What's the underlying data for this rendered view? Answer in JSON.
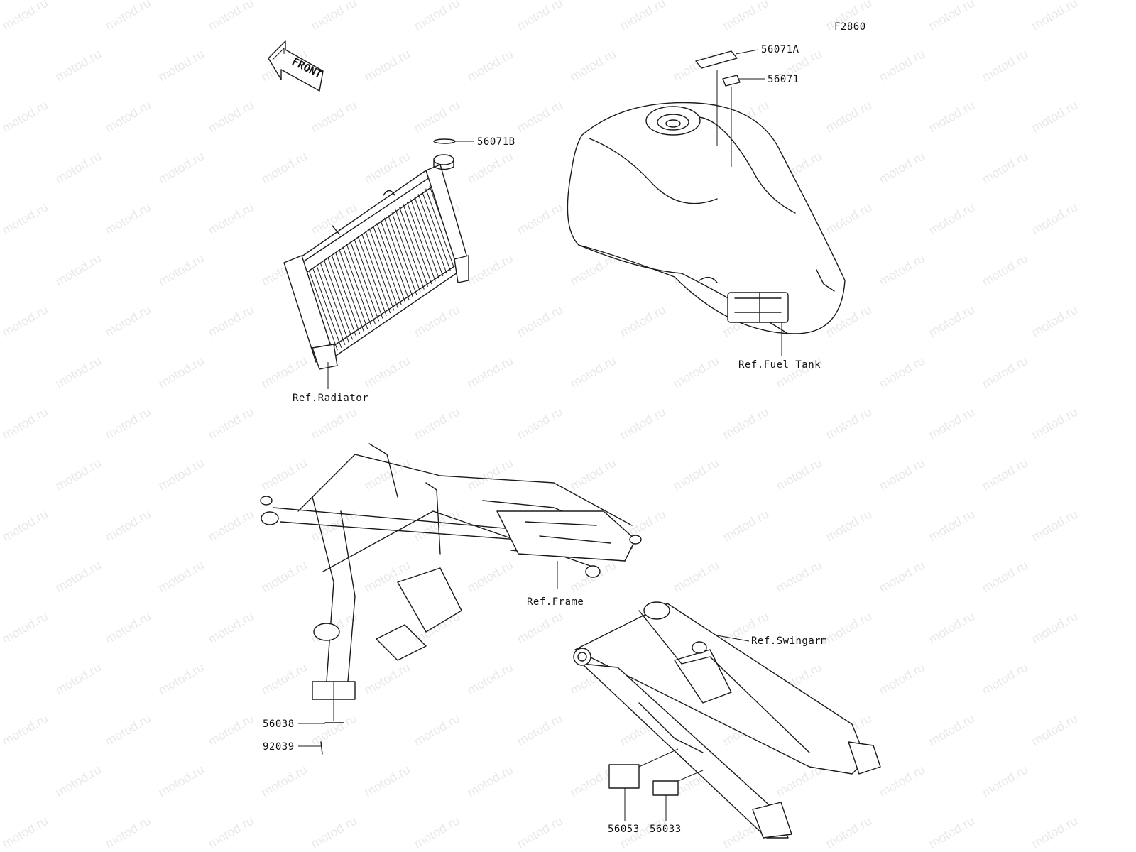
{
  "diagram_code": "F2860",
  "front_arrow": {
    "label": "FRONT",
    "icon": "front-arrow-icon"
  },
  "watermark": "motod.ru",
  "parts": [
    {
      "id": "p56071A",
      "number": "56071A"
    },
    {
      "id": "p56071",
      "number": "56071"
    },
    {
      "id": "p56071B",
      "number": "56071B"
    },
    {
      "id": "p56038",
      "number": "56038"
    },
    {
      "id": "p92039",
      "number": "92039"
    },
    {
      "id": "p56053",
      "number": "56053"
    },
    {
      "id": "p56033",
      "number": "56033"
    }
  ],
  "references": {
    "radiator": "Ref.Radiator",
    "fuel_tank": "Ref.Fuel Tank",
    "frame": "Ref.Frame",
    "swingarm": "Ref.Swingarm"
  }
}
